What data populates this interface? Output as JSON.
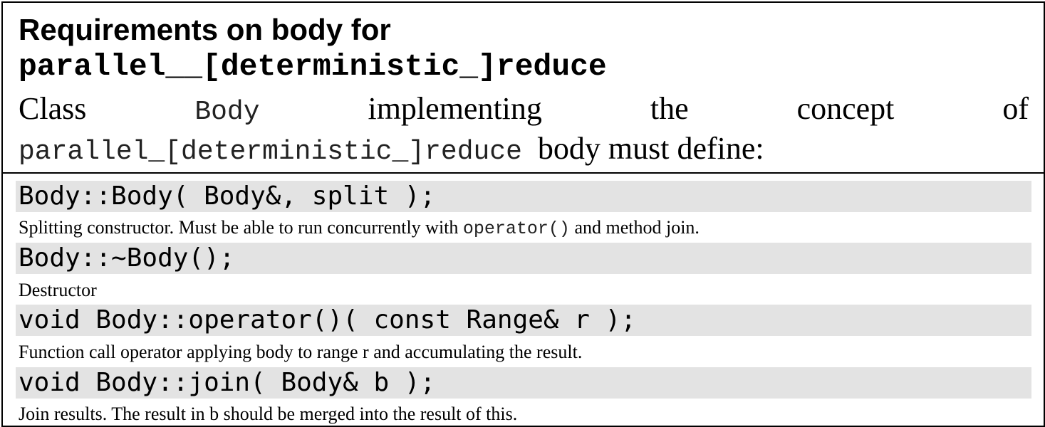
{
  "header": {
    "title_line1": "Requirements on body for",
    "title_line2": "parallel__[deterministic_]reduce",
    "desc_words_line1": [
      "Class",
      "Body",
      "implementing",
      "the",
      "concept",
      "of"
    ],
    "desc_code_line2": "parallel_[deterministic_]reduce",
    "desc_text_line2": "body must define:"
  },
  "requirements": [
    {
      "signature": "Body::Body( Body&, split );",
      "description_before": "Splitting constructor. Must be able to run concurrently with",
      "description_code": "operator()",
      "description_after": "and method join."
    },
    {
      "signature": "Body::~Body();",
      "description": "Destructor"
    },
    {
      "signature": "void Body::operator()( const Range& r );",
      "description": "Function call operator applying body to range r and accumulating the result."
    },
    {
      "signature": "void Body::join( Body& b );",
      "description": "Join results. The result in b should be merged into the result of this."
    }
  ]
}
